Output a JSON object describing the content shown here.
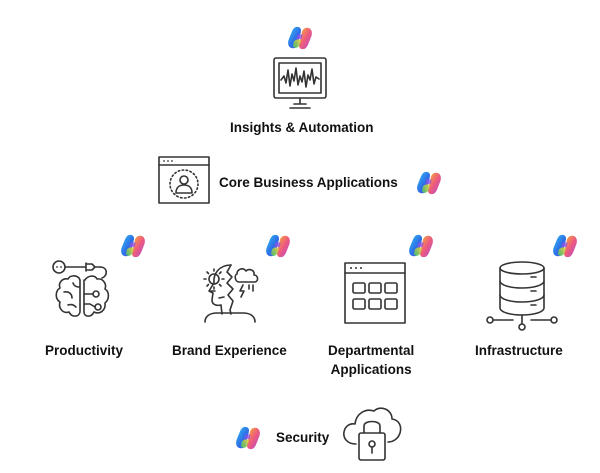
{
  "colors": {
    "copilot": [
      "#28b4f0",
      "#2f7bee",
      "#7d4fe0",
      "#e2478f",
      "#f49a2f",
      "#48c771"
    ],
    "stroke": "#333333",
    "text": "#111111"
  },
  "insights": {
    "label": "Insights & Automation",
    "icon": "monitor-waveform-icon"
  },
  "core": {
    "label": "Core Business Applications",
    "icon": "user-profile-window-icon"
  },
  "productivity": {
    "label": "Productivity",
    "icon": "brain-plug-icon"
  },
  "brand": {
    "label": "Brand Experience",
    "icon": "head-weather-icon"
  },
  "departmental": {
    "line1": "Departmental",
    "line2": "Applications",
    "icon": "app-grid-window-icon"
  },
  "infrastructure": {
    "label": "Infrastructure",
    "icon": "database-network-icon"
  },
  "security": {
    "label": "Security",
    "icon": "cloud-lock-icon"
  },
  "copilot_icon": "copilot-logo-icon"
}
